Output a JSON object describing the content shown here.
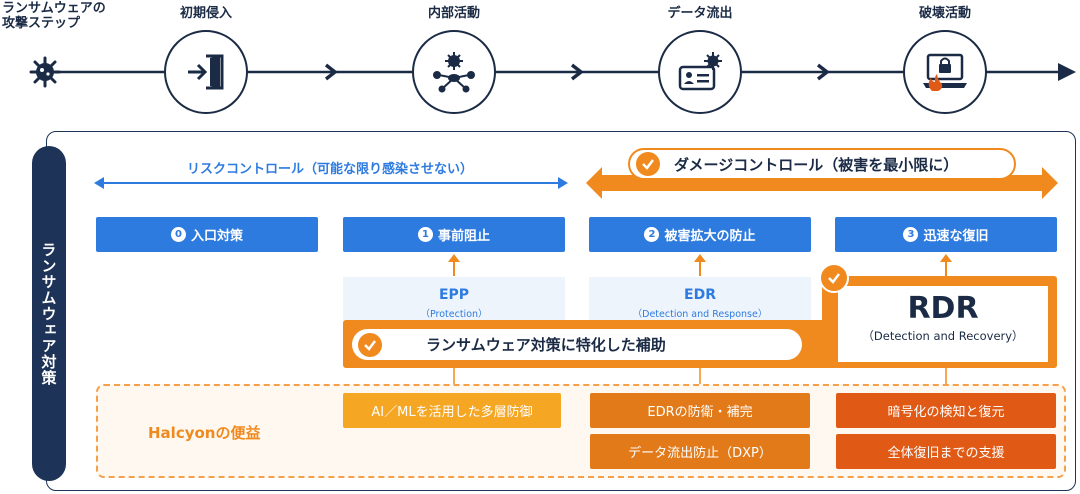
{
  "flow": {
    "title": "ランサムウェアの\n攻撃ステップ",
    "steps": [
      {
        "label": "初期侵入",
        "icon": "door-enter-icon"
      },
      {
        "label": "内部活動",
        "icon": "virus-network-icon"
      },
      {
        "label": "データ流出",
        "icon": "id-card-virus-icon"
      },
      {
        "label": "破壊活動",
        "icon": "laptop-lock-fire-icon"
      }
    ]
  },
  "section_label": "ランサムウェア対策",
  "risk_control": "リスクコントロール（可能な限り感染させない）",
  "damage_control": "ダメージコントロール（被害を最小限に）",
  "phases": [
    {
      "num": "0",
      "label": "入口対策"
    },
    {
      "num": "1",
      "label": "事前阻止"
    },
    {
      "num": "2",
      "label": "被害拡大の防止"
    },
    {
      "num": "3",
      "label": "迅速な復旧"
    }
  ],
  "products": {
    "epp": {
      "name": "EPP",
      "sub": "（Protection）"
    },
    "edr": {
      "name": "EDR",
      "sub": "（Detection and Response）"
    },
    "rdr": {
      "name": "RDR",
      "sub": "（Detection and Recovery）"
    }
  },
  "banner": "ランサムウェア対策に特化した補助",
  "halcyon": {
    "label": "Halcyonの便益",
    "items": [
      "AI／MLを活用した多層防御",
      "EDRの防衛・補完",
      "データ流出防止（DXP）",
      "暗号化の検知と復元",
      "全体復旧までの支援"
    ]
  },
  "colors": {
    "navy": "#1b2b45",
    "blue": "#2e7be0",
    "orange": "#f08a1e",
    "orange_light": "#f5a623",
    "orange_mid": "#e27a1a",
    "orange_deep": "#e05a16"
  }
}
